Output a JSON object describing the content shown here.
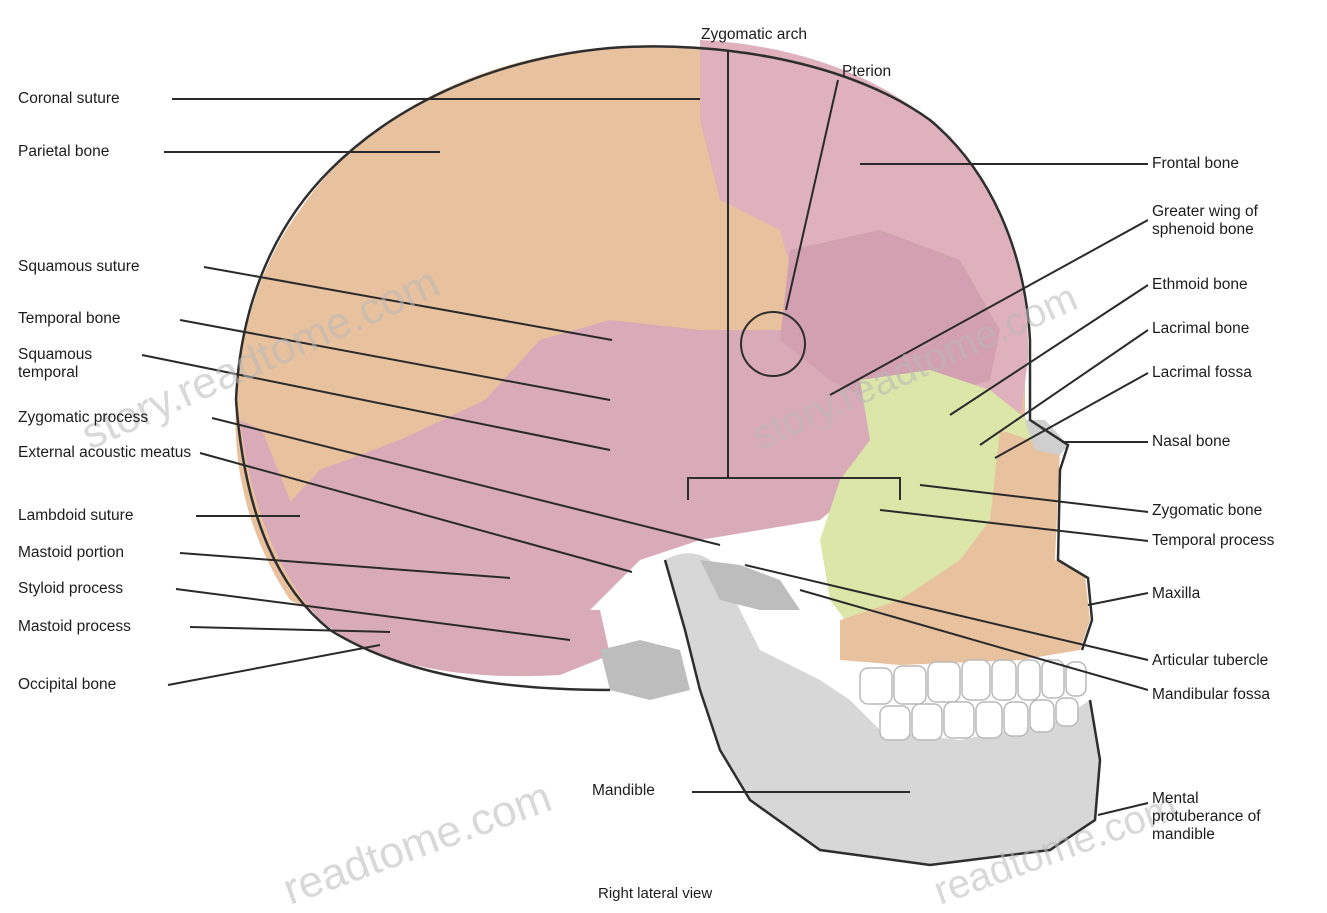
{
  "colors": {
    "background": "#ffffff",
    "parietal": "#e8c19e",
    "frontal": "#deb1bc",
    "temporal": "#d9aab8",
    "sphenoid": "#d3a0b2",
    "zygomatic": "#dce6a8",
    "maxilla": "#e8c19e",
    "mandible": "#d7d7d7",
    "teeth": "#ffffff",
    "outline": "#2e2e2e",
    "leader": "#2a2a2a"
  },
  "labels": {
    "zygomatic_arch": "Zygomatic arch",
    "pterion": "Pterion",
    "coronal_suture": "Coronal suture",
    "parietal_bone": "Parietal bone",
    "frontal_bone": "Frontal bone",
    "greater_wing": "Greater wing of sphenoid bone",
    "squamous_suture": "Squamous suture",
    "ethmoid_bone": "Ethmoid bone",
    "temporal_bone": "Temporal bone",
    "lacrimal_bone": "Lacrimal bone",
    "squamous_temporal": "Squamous temporal",
    "lacrimal_fossa": "Lacrimal fossa",
    "zygomatic_process": "Zygomatic process",
    "nasal_bone": "Nasal bone",
    "external_acoustic_meatus": "External acoustic meatus",
    "zygomatic_bone": "Zygomatic bone",
    "lambdoid_suture": "Lambdoid suture",
    "temporal_process": "Temporal process",
    "mastoid_portion": "Mastoid portion",
    "maxilla": "Maxilla",
    "styloid_process": "Styloid process",
    "mastoid_process": "Mastoid process",
    "articular_tubercle": "Articular tubercle",
    "occipital_bone": "Occipital bone",
    "mandibular_fossa": "Mandibular fossa",
    "mandible": "Mandible",
    "mental_protuberance": "Mental protuberance of mandible"
  },
  "caption": "Right lateral view",
  "watermarks": [
    "story.readtome.com",
    "story.readtome.com",
    "readtome.com",
    "readtome.com"
  ]
}
